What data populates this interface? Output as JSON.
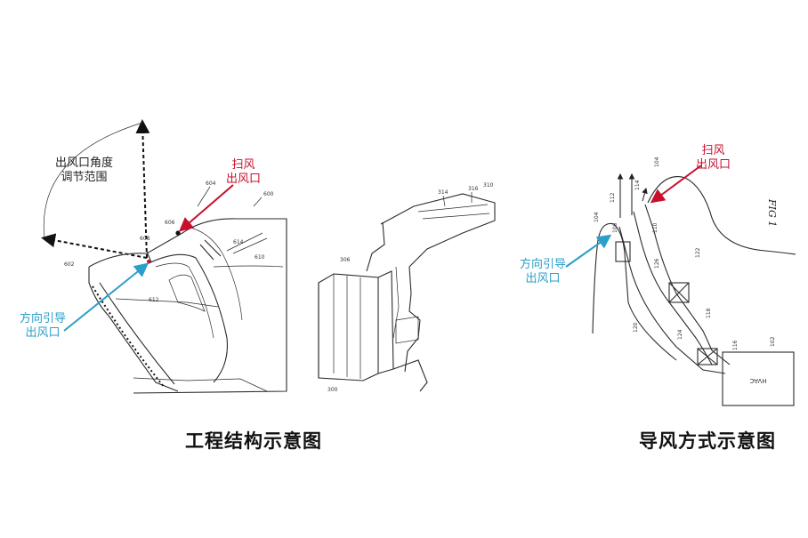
{
  "left_figure": {
    "caption": "工程结构示意图",
    "label_angle_line1": "出风口角度",
    "label_angle_line2": "调节范围",
    "label_sweep_line1": "扫风",
    "label_sweep_line2": "出风口",
    "label_guide_line1": "方向引导",
    "label_guide_line2": "出风口",
    "part_numbers": [
      "602",
      "608",
      "606",
      "604",
      "600",
      "614",
      "610",
      "612",
      "314",
      "316",
      "310",
      "306",
      "300"
    ]
  },
  "right_figure": {
    "caption": "导风方式示意图",
    "label_sweep_line1": "扫风",
    "label_sweep_line2": "出风口",
    "label_guide_line1": "方向引导",
    "label_guide_line2": "出风口",
    "fig_label": "FIG 1",
    "part_numbers": [
      "112",
      "114",
      "104",
      "106",
      "110",
      "126",
      "122",
      "118",
      "124",
      "120",
      "116",
      "102"
    ],
    "box_text": "HVAC"
  },
  "colors": {
    "red_label": "#c8102e",
    "blue_label": "#2a9fc9",
    "line": "#2b2b2b"
  }
}
